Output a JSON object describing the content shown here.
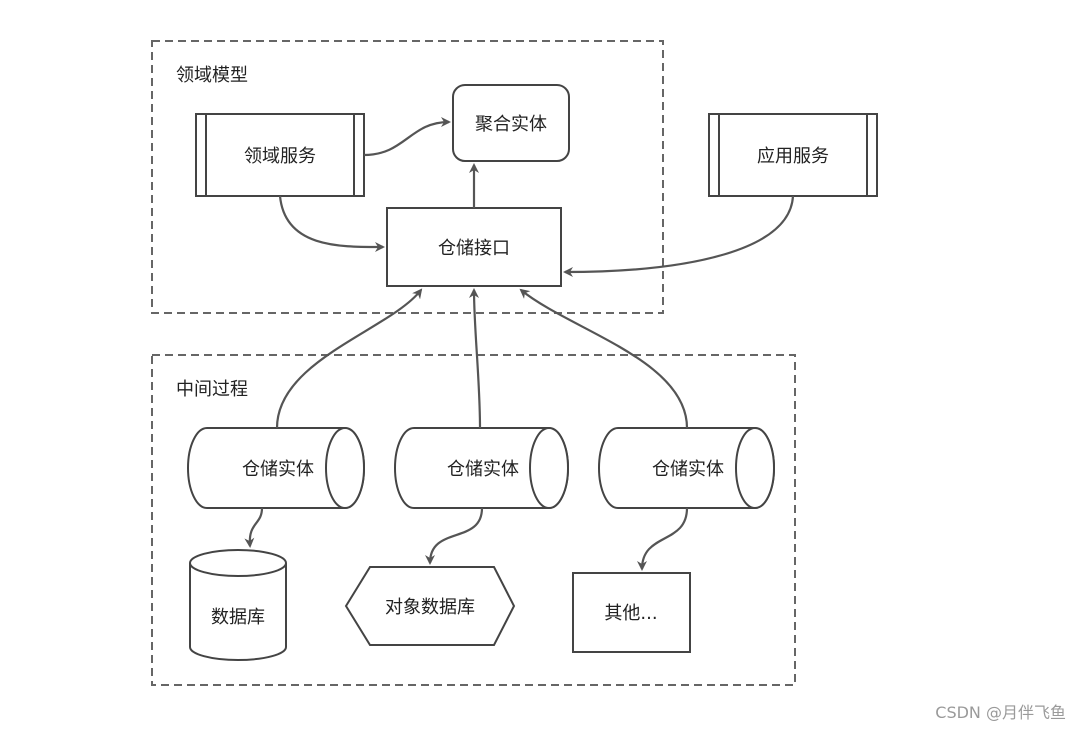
{
  "groups": {
    "domain": "领域模型",
    "middle": "中间过程"
  },
  "nodes": {
    "domain_service": "领域服务",
    "aggregate": "聚合实体",
    "app_service": "应用服务",
    "repo_interface": "仓储接口",
    "repo_entity_1": "仓储实体",
    "repo_entity_2": "仓储实体",
    "repo_entity_3": "仓储实体",
    "database": "数据库",
    "object_db": "对象数据库",
    "other": "其他..."
  },
  "watermark": "CSDN @月伴飞鱼"
}
